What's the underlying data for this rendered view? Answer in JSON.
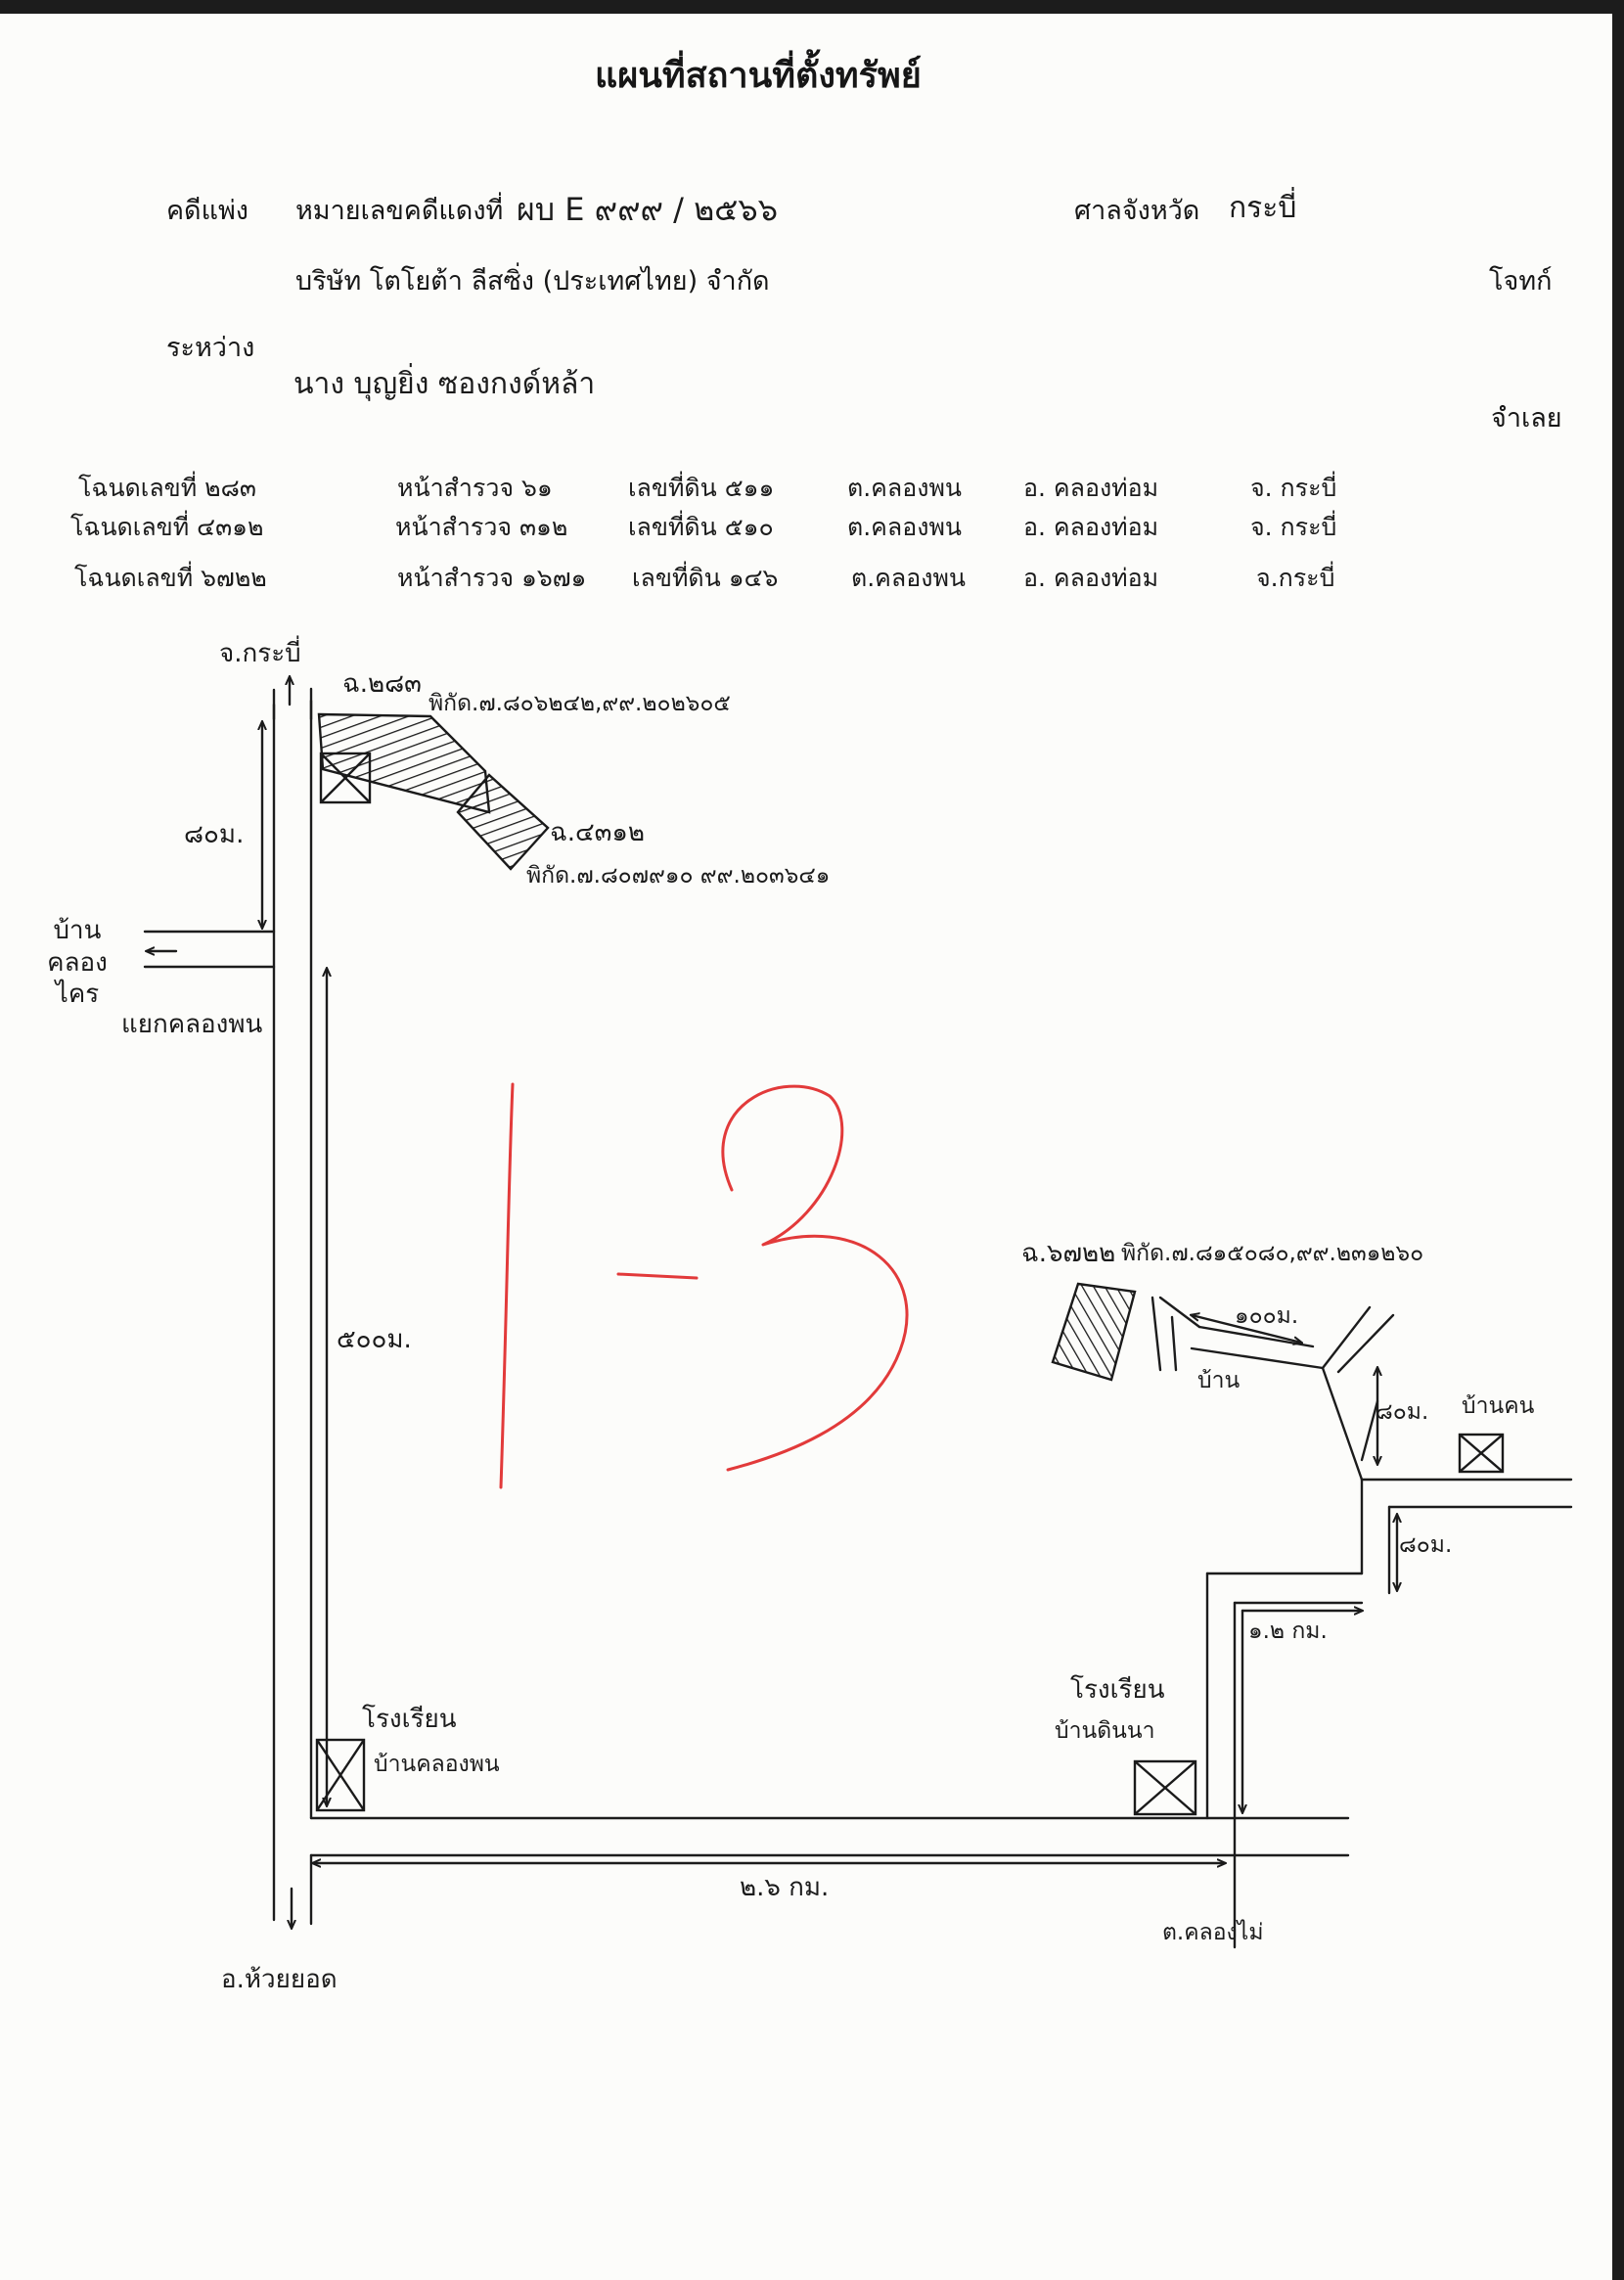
{
  "header": {
    "title": "แผนที่สถานที่ตั้งทรัพย์"
  },
  "case": {
    "type": "คดีแพ่ง",
    "number_label": "หมายเลขคดีแดงที่",
    "number_value": "ผบ E ๙๙๙ / ๒๕๖๖",
    "court_label": "ศาลจังหวัด",
    "court_value": "กระบี่",
    "plaintiff_name": "บริษัท โตโยต้า ลีสซิ่ง (ประเทศไทย) จำกัด",
    "plaintiff_role": "โจทก์",
    "between_label": "ระหว่าง",
    "defendant_name": "นาง บุญยิ่ง ซองกงด์หล้า",
    "defendant_role": "จำเลย"
  },
  "deeds": [
    {
      "deed": "โฉนดเลขที่  ๒๘๓",
      "survey": "หน้าสำรวจ  ๖๑",
      "land": "เลขที่ดิน  ๕๑๑",
      "tambon": "ต.คลองพน",
      "amphoe": "อ. คลองท่อม",
      "province": "จ. กระบี่"
    },
    {
      "deed": "โฉนดเลขที่  ๔๓๑๒",
      "survey": "หน้าสำรวจ  ๓๑๒",
      "land": "เลขที่ดิน  ๕๑๐",
      "tambon": "ต.คลองพน",
      "amphoe": "อ. คลองท่อม",
      "province": "จ. กระบี่"
    },
    {
      "deed": "โฉนดเลขที่  ๖๗๒๒",
      "survey": "หน้าสำรวจ  ๑๖๗๑",
      "land": "เลขที่ดิน  ๑๔๖",
      "tambon": "ต.คลองพน",
      "amphoe": "อ. คลองท่อม",
      "province": "จ.กระบี่"
    }
  ],
  "map": {
    "north_label": "จ.กระบี่",
    "south_label": "อ.ห้วยยอด",
    "village_label": "บ้าน คลองไคร",
    "junction_label": "แยกคลองพน",
    "dist_80m_top": "๘๐ม.",
    "dist_500m": "๕๐๐ม.",
    "dist_2_6km": "๒.๖ กม.",
    "dist_100m": "๑๐๐ม.",
    "dist_80m_right": "๘๐ม.",
    "dist_80m_lower": "๘๐ม.",
    "dist_1_2km": "๑.๒ กม.",
    "parcel_283": "ฉ.๒๘๓",
    "coord_283": "พิกัด.๗.๘๐๖๒๔๒,๙๙.๒๐๒๖๐๕",
    "parcel_4312": "ฉ.๔๓๑๒",
    "coord_4312": "พิกัด.๗.๘๐๗๙๑๐ ๙๙.๒๐๓๖๔๑",
    "parcel_6722": "ฉ.๖๗๒๒",
    "coord_6722": "พิกัด.๗.๘๑๕๐๘๐,๙๙.๒๓๑๒๖๐",
    "house_label": "บ้าน",
    "house_ban_label": "บ้านคน",
    "school1_line1": "โรงเรียน",
    "school1_line2": "บ้านคลองพน",
    "school2_line1": "โรงเรียน",
    "school2_line2": "บ้านดินนา",
    "bottom_right_label": "ต.คลองไม่",
    "page_marker": "1-3"
  }
}
